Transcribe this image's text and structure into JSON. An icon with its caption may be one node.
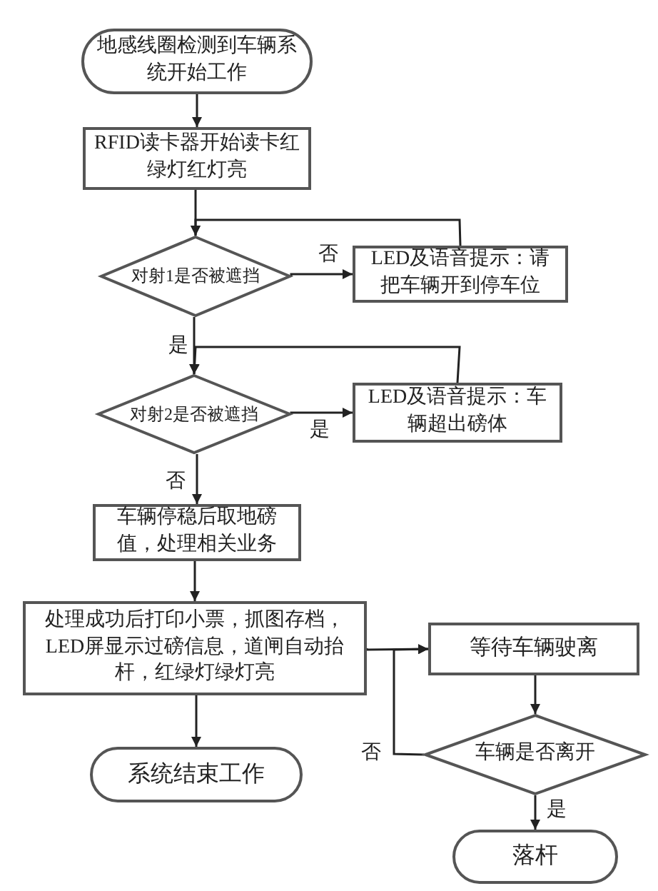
{
  "diagram": {
    "nodes": [
      {
        "text": [
          "地感线圈检测到车辆系统开始工作"
        ]
      },
      {
        "text": [
          "RFID读卡器开始读卡红绿灯红灯亮"
        ]
      },
      {
        "text": [
          "对射1是否被遮挡"
        ]
      },
      {
        "text": [
          "LED及语音提示：请把车辆开到停车位"
        ]
      },
      {
        "text": [
          "对射2是否被遮挡"
        ]
      },
      {
        "text": [
          "LED及语音提示：车辆超出磅体"
        ]
      },
      {
        "text": [
          "车辆停稳后取地磅值，处理相关业务"
        ]
      },
      {
        "text": [
          "处理成功后打印小票，抓图存档，LED屏显示过磅信息，道闸自动抬杆，红绿灯绿灯亮"
        ]
      },
      {
        "text": [
          "系统结束工作"
        ]
      },
      {
        "text": [
          "等待车辆驶离"
        ]
      },
      {
        "text": [
          "车辆是否离开"
        ]
      },
      {
        "text": [
          "落杆"
        ]
      }
    ],
    "edges": [
      {
        "from": 0,
        "to": 1,
        "arrow": "to"
      },
      {
        "from": 1,
        "to": 2,
        "arrow": "to"
      },
      {
        "from": 2,
        "to": 3,
        "arrow": "to",
        "label": "否"
      },
      {
        "from": 3,
        "to": 2,
        "arrow": "to"
      },
      {
        "from": 2,
        "to": 4,
        "arrow": "to",
        "label": "是"
      },
      {
        "from": 5,
        "to": 4,
        "arrow": "to"
      },
      {
        "from": 4,
        "to": 5,
        "arrow": "to",
        "label": "是"
      },
      {
        "from": 4,
        "to": 6,
        "arrow": "to",
        "label": "否"
      },
      {
        "from": 6,
        "to": 7,
        "arrow": "to"
      },
      {
        "from": 7,
        "to": 8,
        "arrow": "to"
      },
      {
        "from": 7,
        "to": 9,
        "arrow": "to"
      },
      {
        "from": 10,
        "to": 9,
        "arrow": "to",
        "label": "否"
      },
      {
        "from": 9,
        "to": 10,
        "arrow": "to"
      },
      {
        "from": 10,
        "to": 11,
        "arrow": "to",
        "label": "是"
      }
    ]
  }
}
